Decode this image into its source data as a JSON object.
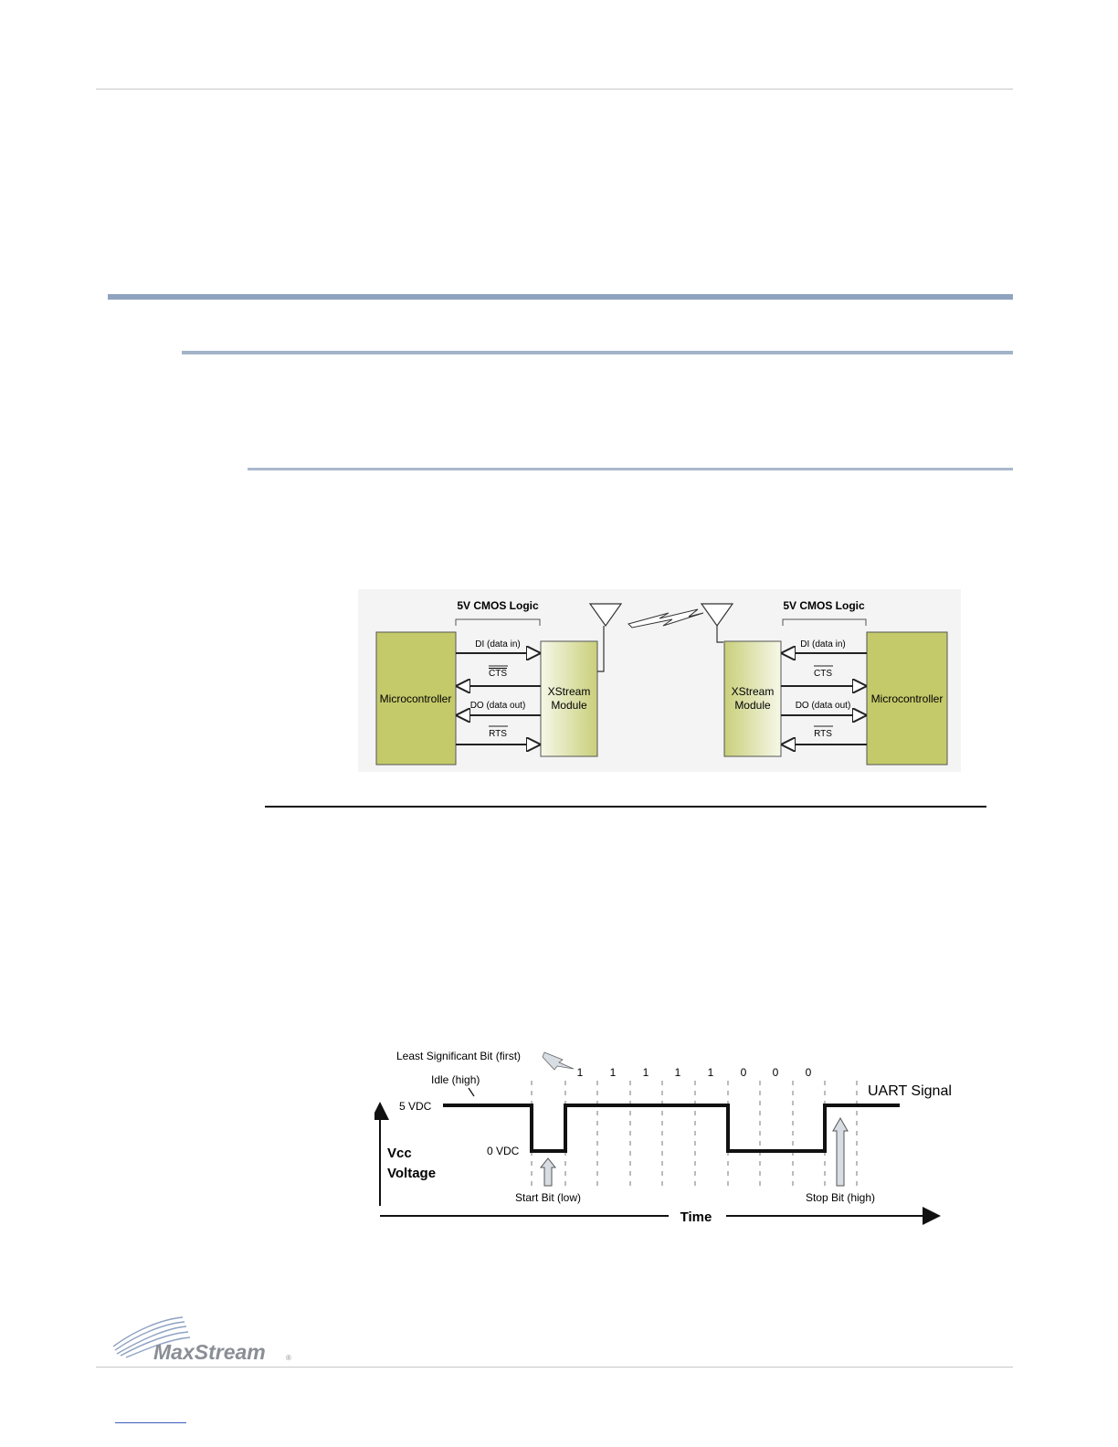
{
  "connection_diagram": {
    "logic_label": "5V CMOS Logic",
    "microcontroller": "Microcontroller",
    "module_line1": "XStream",
    "module_line2": "Module",
    "signals": {
      "di": "DI (data in)",
      "cts": "CTS",
      "do": "DO (data out)",
      "rts": "RTS"
    }
  },
  "uart_diagram": {
    "lsb_label": "Least Significant Bit (first)",
    "idle_label": "Idle (high)",
    "signal_label": "UART Signal",
    "high_level": "5 VDC",
    "low_level": "0 VDC",
    "y_axis_line1": "Vcc",
    "y_axis_line2": "Voltage",
    "x_axis": "Time",
    "start_bit": "Start Bit (low)",
    "stop_bit": "Stop Bit (high)",
    "bits": [
      "1",
      "1",
      "1",
      "1",
      "1",
      "0",
      "0",
      "0"
    ]
  },
  "footer": {
    "logo_text": "MaxStream",
    "logo_mark": "®"
  }
}
